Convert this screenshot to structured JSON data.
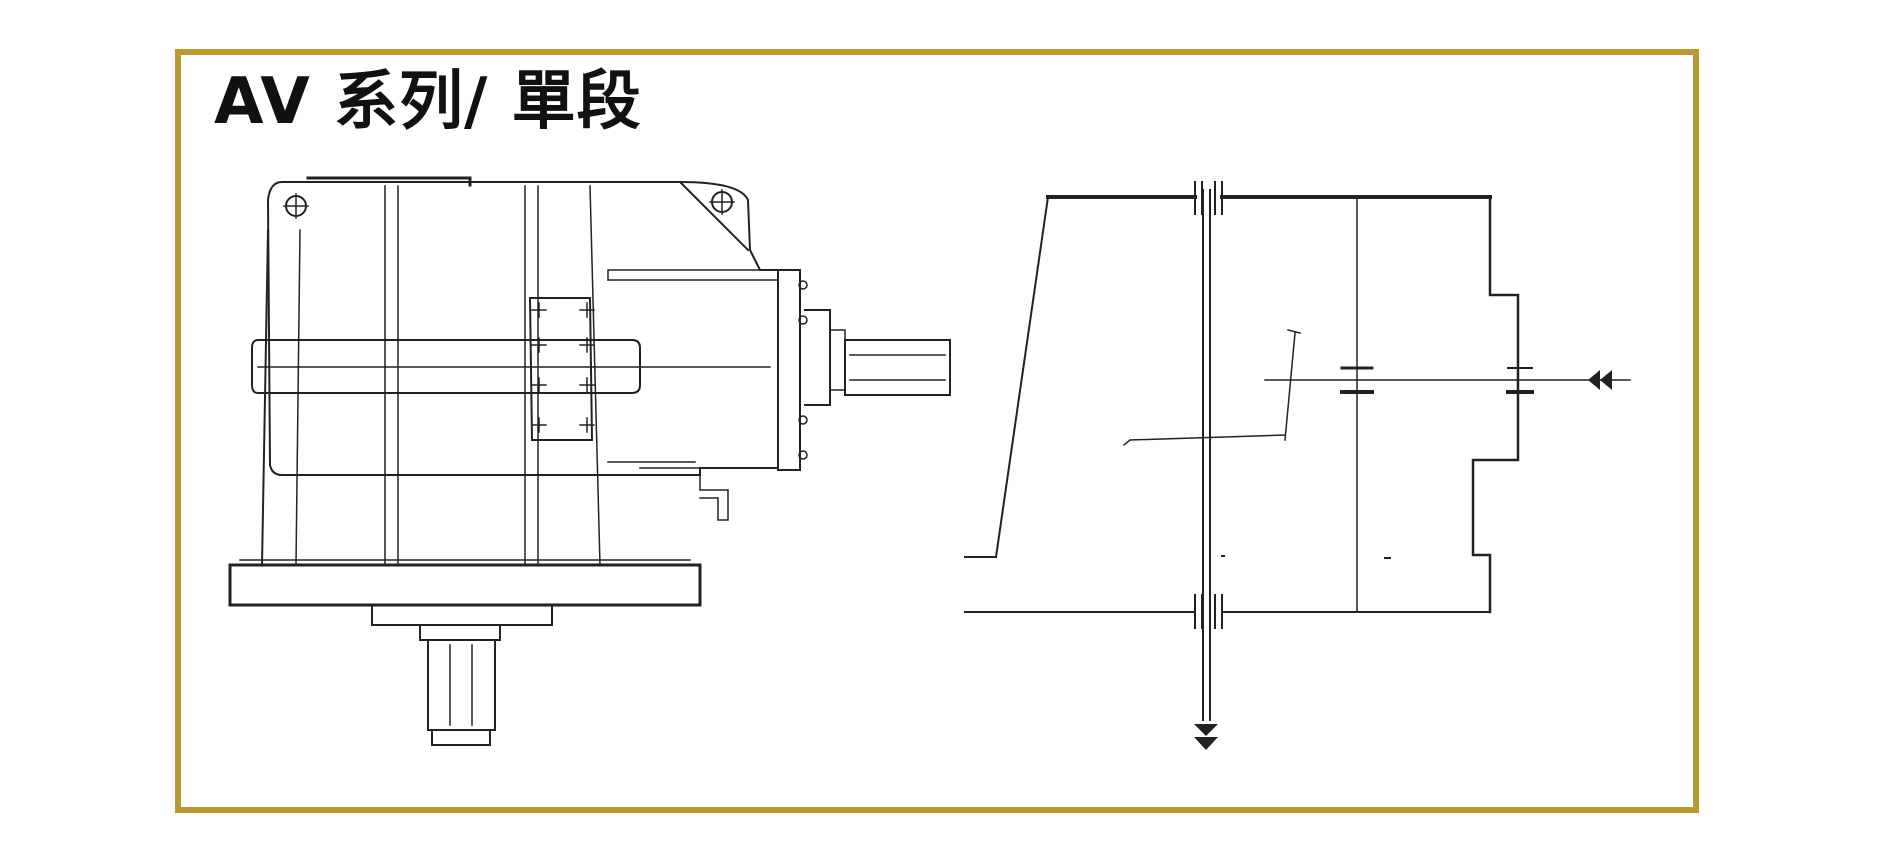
{
  "title": "AV 系列/ 單段",
  "colors": {
    "border": "#b89a2e",
    "line": "#222222",
    "background": "#ffffff"
  },
  "diagram": {
    "left_drawing": "gearbox-side-view",
    "right_drawing": "gear-transmission-schematic",
    "arrows": [
      "input-arrow-icon",
      "output-arrow-icon"
    ]
  }
}
